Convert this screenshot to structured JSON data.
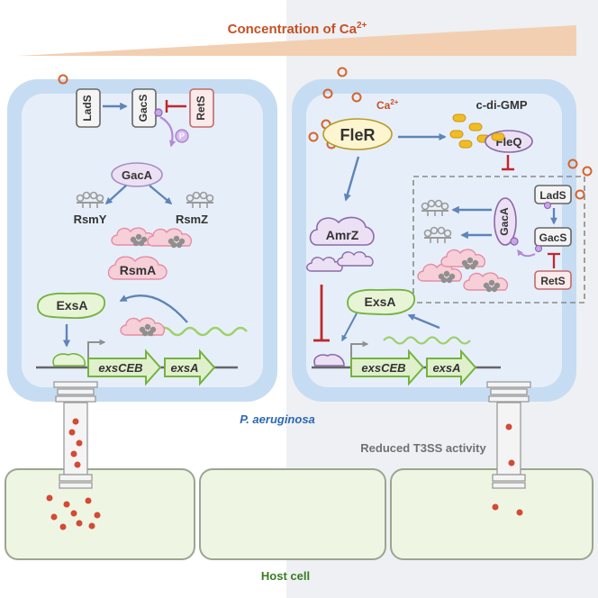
{
  "title": {
    "main": "Concentration of Ca",
    "superscript": "2+"
  },
  "ca_label": {
    "main": "Ca",
    "superscript": "2+"
  },
  "species_label": "P. aeruginosa",
  "reduced_label": "Reduced T3SS activity",
  "host_label": "Host cell",
  "left_cell": {
    "lads": "LadS",
    "gacs": "GacS",
    "rets": "RetS",
    "phospho": "P",
    "gaca": "GacA",
    "rsmy": "RsmY",
    "rsmz": "RsmZ",
    "rsma": "RsmA",
    "exsa": "ExsA",
    "gene1": "exsCEB",
    "gene2": "exsA"
  },
  "right_cell": {
    "fler": "FleR",
    "cdigmp": "c-di-GMP",
    "fleq": "FleQ",
    "amrz": "AmrZ",
    "lads": "LadS",
    "gacs": "GacS",
    "rets": "RetS",
    "gaca": "GacA",
    "exsa": "ExsA",
    "gene1": "exsCEB",
    "gene2": "exsA"
  },
  "colors": {
    "membrane": "#c6dcf2",
    "cytoplasm": "#e6eff9",
    "host_fill": "#eef6e3",
    "host_stroke": "#9aa690",
    "arrow_blue": "#5e84b8",
    "inhibit_red": "#c0282a",
    "ca_orange": "#d5642d",
    "gene_green": "#74b33f",
    "cdigmp": "#f2bc23",
    "rna": "#9a9a9a",
    "rsma_pink": "#f7cfd8",
    "title_orange": "#c65024",
    "species_blue": "#2b68b1",
    "host_green": "#3a7b22"
  }
}
